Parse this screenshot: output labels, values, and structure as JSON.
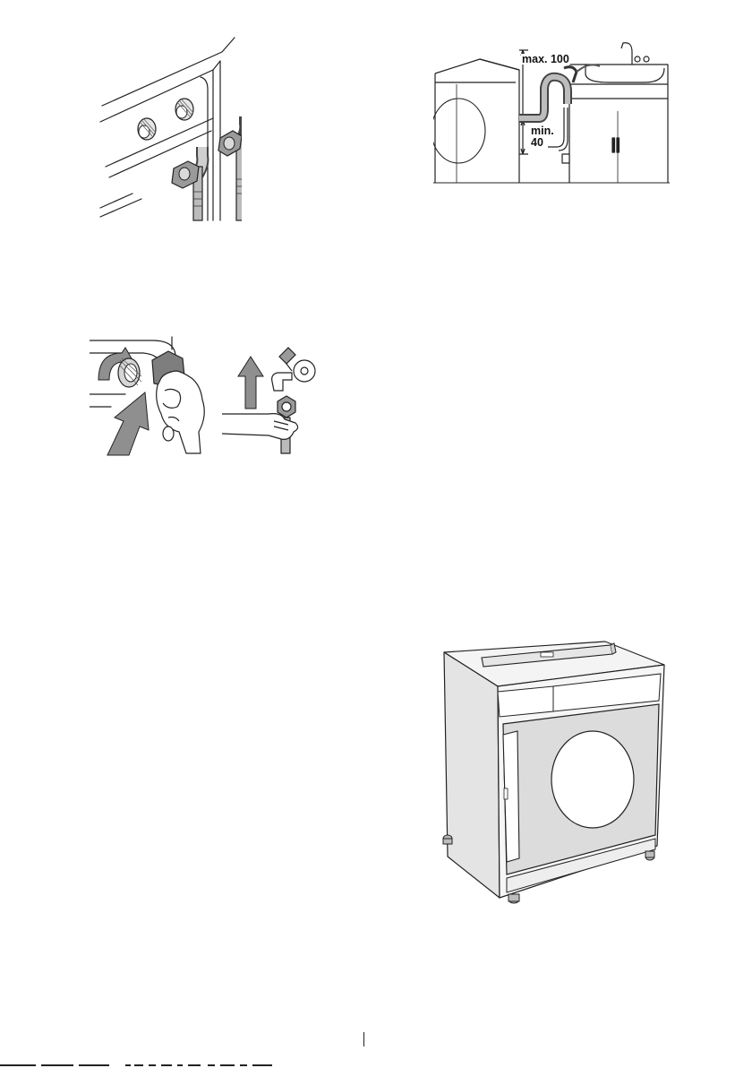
{
  "figures": {
    "drain_hose": {
      "height_max_label": "max. 100",
      "height_min_label": "min.",
      "height_min_value": "40"
    }
  }
}
